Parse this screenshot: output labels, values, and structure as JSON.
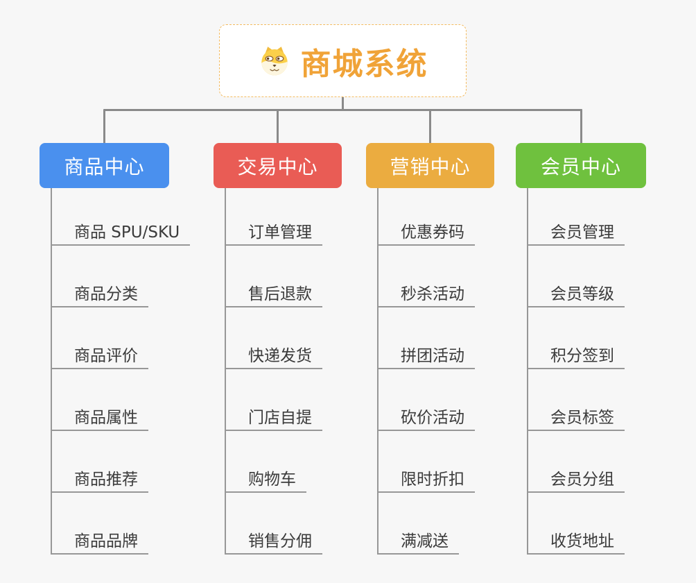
{
  "canvas": {
    "background": "#f7f7f7",
    "connector_color": "#8a8a8a"
  },
  "root": {
    "title": "商城系统",
    "icon": "dog-face-icon",
    "text_color": "#f0a338",
    "border_color": "#f3bb60"
  },
  "branches": [
    {
      "label": "商品中心",
      "color": "#4a90ee",
      "children": [
        "商品 SPU/SKU",
        "商品分类",
        "商品评价",
        "商品属性",
        "商品推荐",
        "商品品牌"
      ]
    },
    {
      "label": "交易中心",
      "color": "#e95c55",
      "children": [
        "订单管理",
        "售后退款",
        "快递发货",
        "门店自提",
        "购物车",
        "销售分佣"
      ]
    },
    {
      "label": "营销中心",
      "color": "#ebac40",
      "children": [
        "优惠券码",
        "秒杀活动",
        "拼团活动",
        "砍价活动",
        "限时折扣",
        "满减送"
      ]
    },
    {
      "label": "会员中心",
      "color": "#6fc13e",
      "children": [
        "会员管理",
        "会员等级",
        "积分签到",
        "会员标签",
        "会员分组",
        "收货地址"
      ]
    }
  ]
}
